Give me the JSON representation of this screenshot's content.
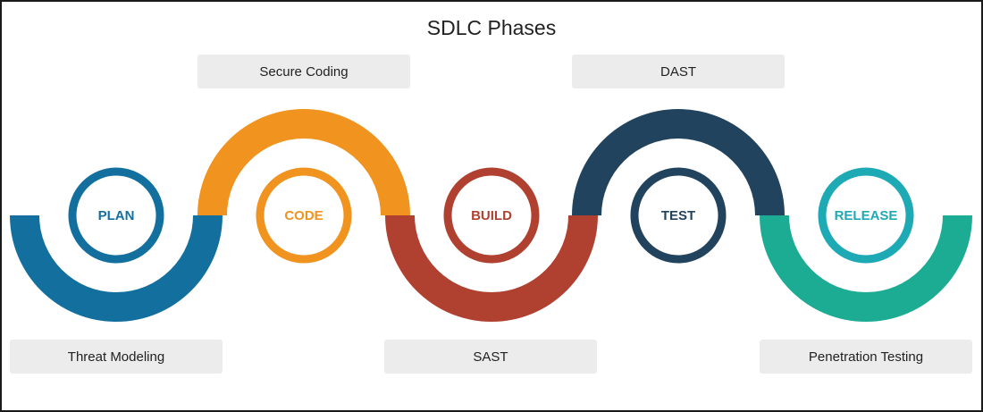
{
  "title": "SDLC Phases",
  "phases": [
    {
      "label": "PLAN",
      "color": "#13709e"
    },
    {
      "label": "CODE",
      "color": "#f0931f"
    },
    {
      "label": "BUILD",
      "color": "#b04130"
    },
    {
      "label": "TEST",
      "color": "#22435e"
    },
    {
      "label": "RELEASE",
      "color": "#1eaab5"
    }
  ],
  "arc_colors": {
    "plan": "#13709e",
    "code": "#f0931f",
    "build": "#b04130",
    "test": "#22435e",
    "release": "#1cab93"
  },
  "activities": {
    "top": [
      "Secure Coding",
      "DAST"
    ],
    "bottom": [
      "Threat Modeling",
      "SAST",
      "Penetration Testing"
    ]
  }
}
